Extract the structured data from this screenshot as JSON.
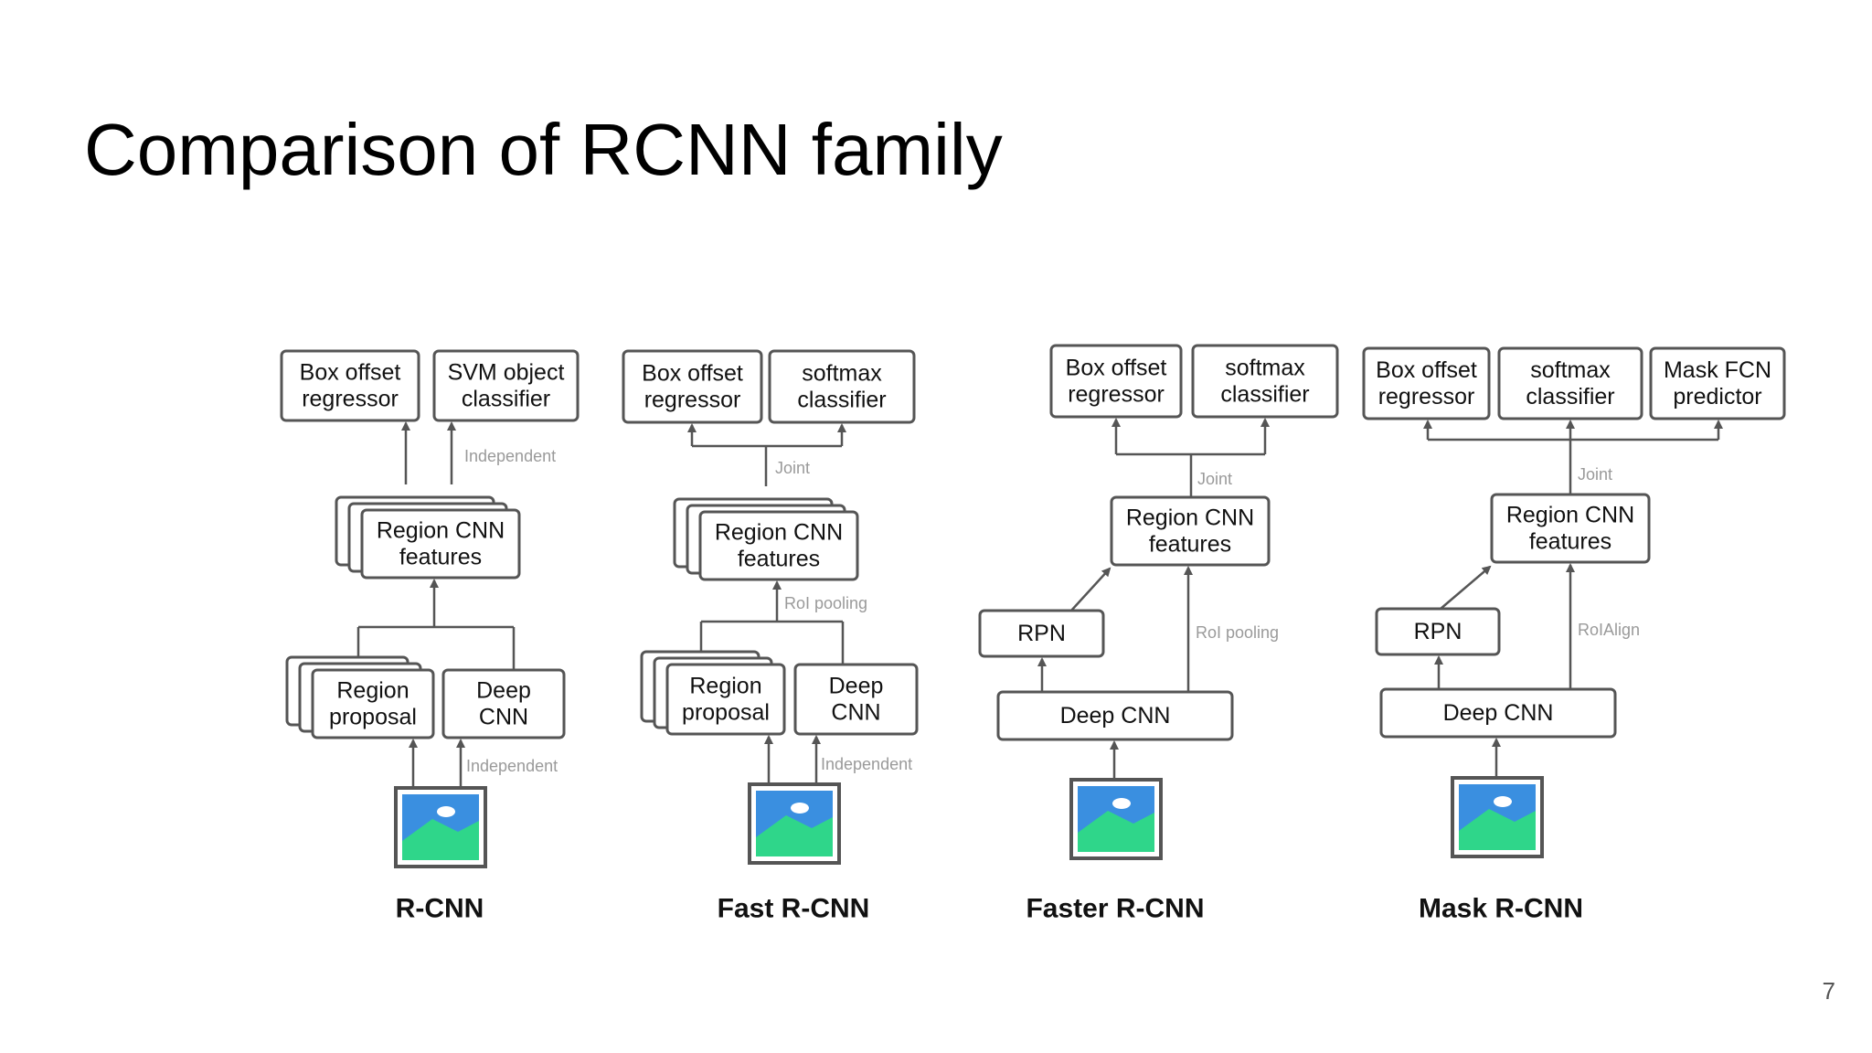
{
  "slide": {
    "title": "Comparison of RCNN family",
    "page_number": "7"
  },
  "colors": {
    "box_stroke": "#555555",
    "arrow": "#555555",
    "note_text": "#9a9a9a",
    "image_sky": "#3a8fe0",
    "image_hill": "#2fd68a",
    "image_frame": "#555555"
  },
  "icons": [
    "image-icon"
  ],
  "architectures": [
    {
      "name": "R-CNN",
      "boxes": [
        {
          "lines": [
            "Box offset",
            "regressor"
          ]
        },
        {
          "lines": [
            "SVM object",
            "classifier"
          ]
        },
        {
          "lines": [
            "Region CNN",
            "features"
          ]
        },
        {
          "lines": [
            "Region",
            "proposal"
          ]
        },
        {
          "lines": [
            "Deep",
            "CNN"
          ]
        }
      ],
      "notes": [
        "Independent",
        "Independent"
      ]
    },
    {
      "name": "Fast R-CNN",
      "boxes": [
        {
          "lines": [
            "Box offset",
            "regressor"
          ]
        },
        {
          "lines": [
            "softmax",
            "classifier"
          ]
        },
        {
          "lines": [
            "Region CNN",
            "features"
          ]
        },
        {
          "lines": [
            "Region",
            "proposal"
          ]
        },
        {
          "lines": [
            "Deep",
            "CNN"
          ]
        }
      ],
      "notes": [
        "Joint",
        "RoI pooling",
        "Independent"
      ]
    },
    {
      "name": "Faster R-CNN",
      "boxes": [
        {
          "lines": [
            "Box offset",
            "regressor"
          ]
        },
        {
          "lines": [
            "softmax",
            "classifier"
          ]
        },
        {
          "lines": [
            "Region CNN",
            "features"
          ]
        },
        {
          "lines": [
            "RPN"
          ]
        },
        {
          "lines": [
            "Deep CNN"
          ]
        }
      ],
      "notes": [
        "Joint",
        "RoI pooling"
      ]
    },
    {
      "name": "Mask R-CNN",
      "boxes": [
        {
          "lines": [
            "Box offset",
            "regressor"
          ]
        },
        {
          "lines": [
            "softmax",
            "classifier"
          ]
        },
        {
          "lines": [
            "Mask FCN",
            "predictor"
          ]
        },
        {
          "lines": [
            "Region CNN",
            "features"
          ]
        },
        {
          "lines": [
            "RPN"
          ]
        },
        {
          "lines": [
            "Deep CNN"
          ]
        }
      ],
      "notes": [
        "Joint",
        "RoIAlign"
      ]
    }
  ]
}
